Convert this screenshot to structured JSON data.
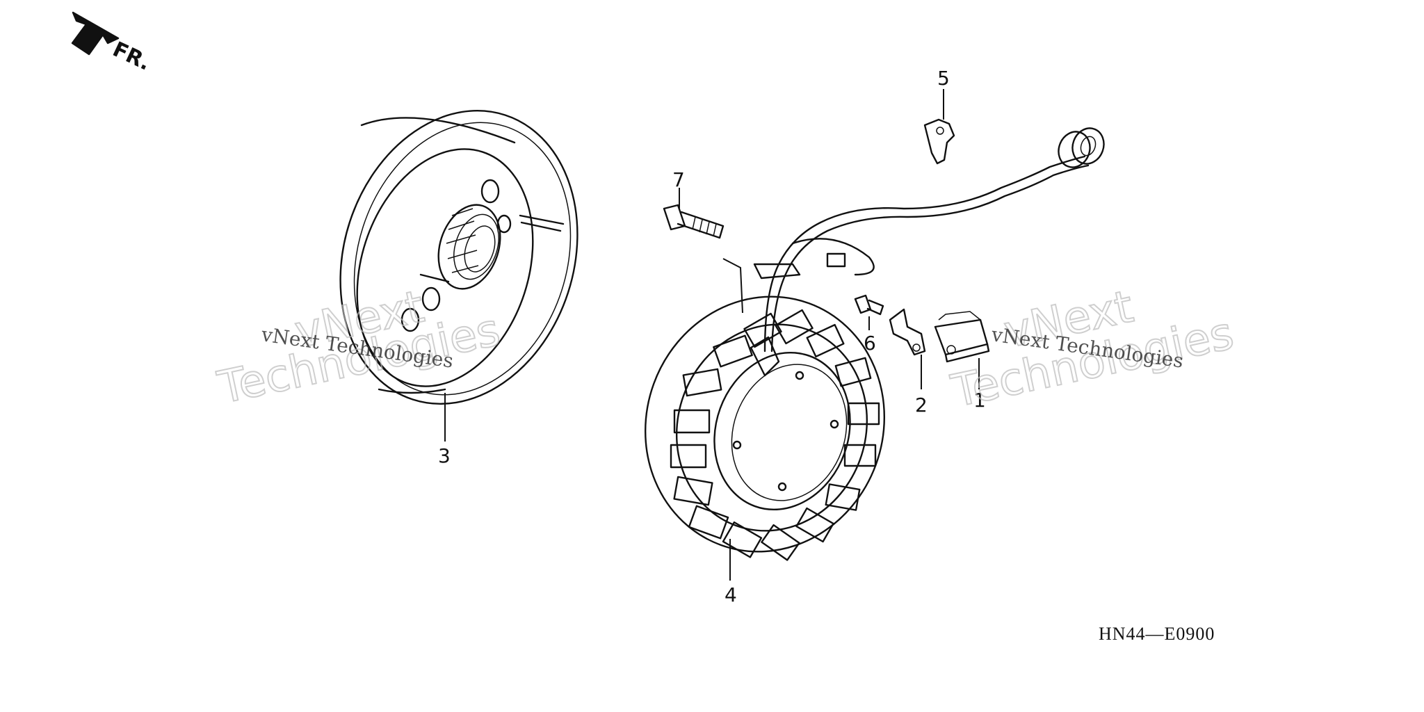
{
  "direction_label": "FR.",
  "diagram_code": "HN44—E0900",
  "watermark": {
    "small_text": "vNext Technologies",
    "big_line1": "vNext",
    "big_line2": "Technologies"
  },
  "callouts": [
    {
      "id": "1",
      "label": "1"
    },
    {
      "id": "2",
      "label": "2"
    },
    {
      "id": "3",
      "label": "3"
    },
    {
      "id": "4",
      "label": "4"
    },
    {
      "id": "5",
      "label": "5"
    },
    {
      "id": "6",
      "label": "6"
    },
    {
      "id": "7",
      "label": "7"
    }
  ]
}
